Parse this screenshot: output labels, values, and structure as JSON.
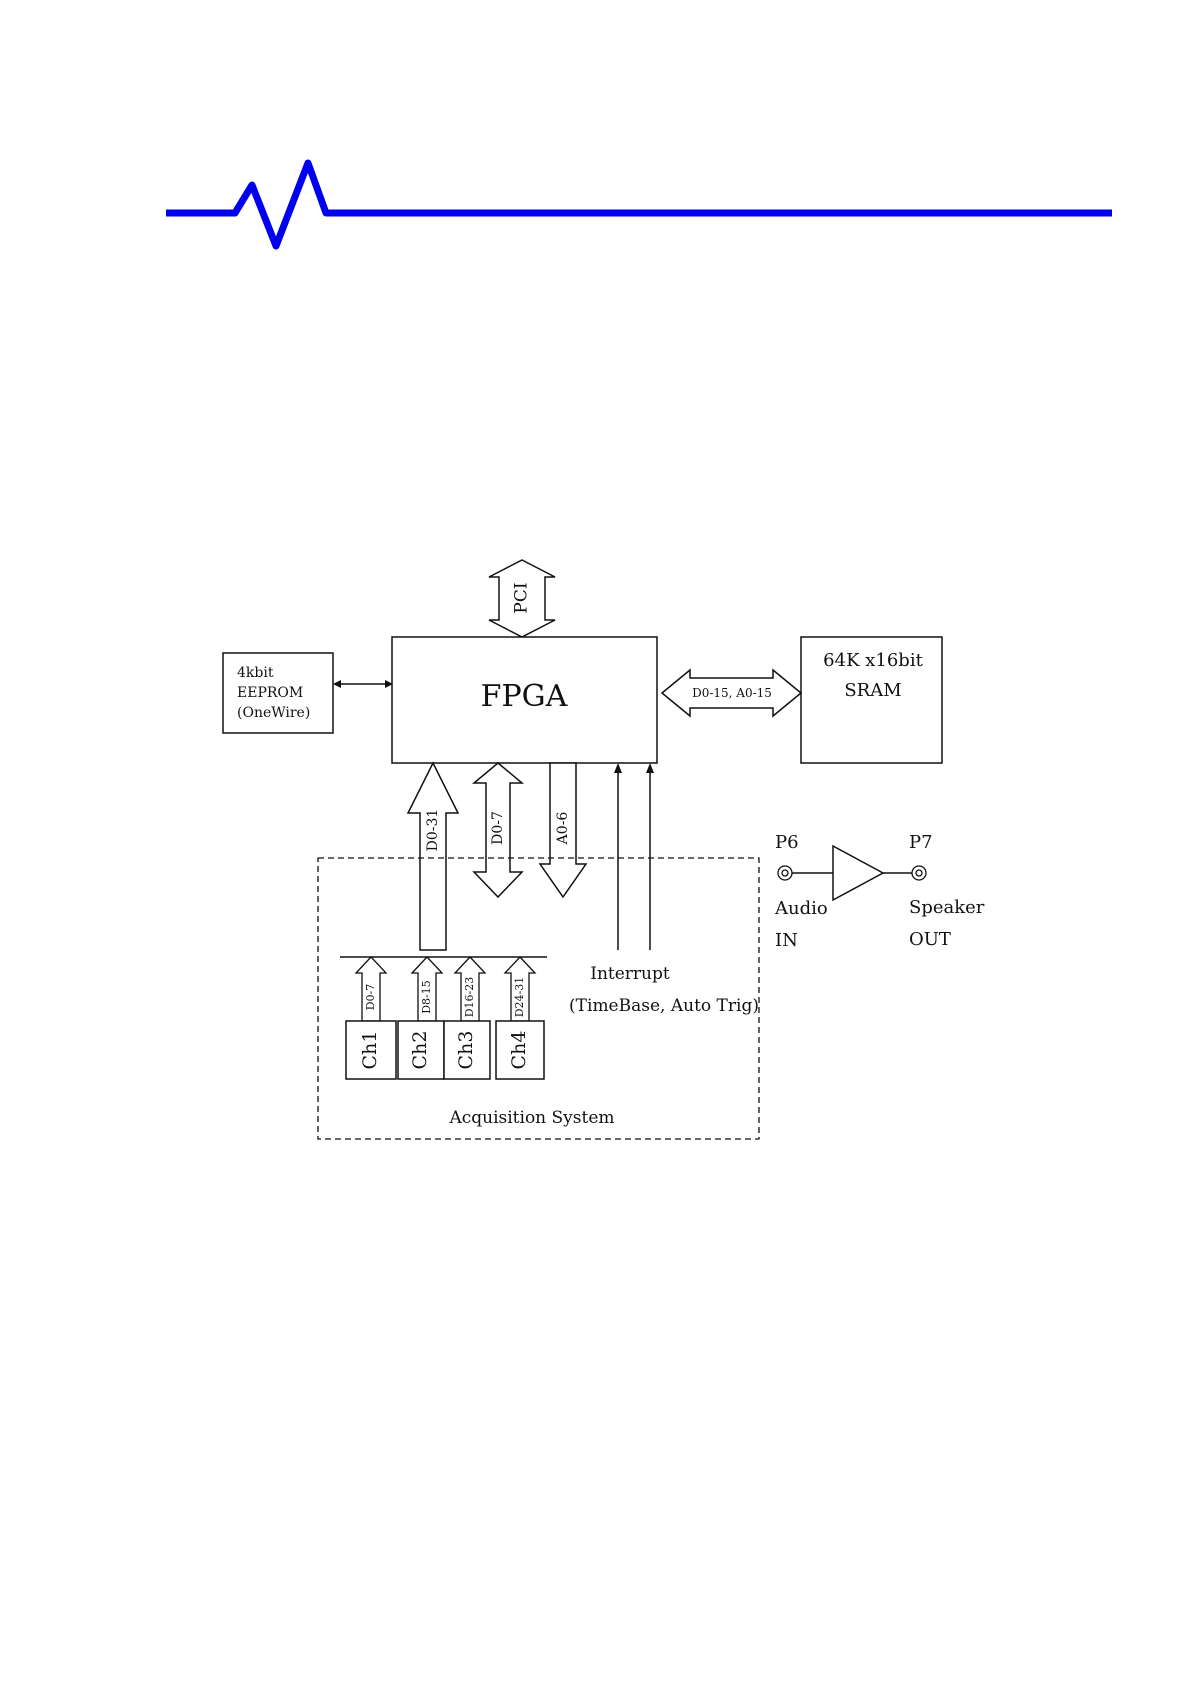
{
  "header": {
    "logo_color": "#0000ee",
    "logo_icon": "signal-pulse-icon"
  },
  "diagram": {
    "pci_label": "PCI",
    "fpga_label": "FPGA",
    "eeprom_lines": [
      "4kbit",
      "EEPROM",
      "(OneWire)"
    ],
    "sram_lines": [
      "64K x16bit",
      "SRAM"
    ],
    "sram_bus_label": "D0-15, A0-15",
    "bus_d031_label": "D0-31",
    "bus_d07_label": "D0-7",
    "bus_a06_label": "A0-6",
    "interrupt_label": "Interrupt",
    "interrupt_sub_label": "(TimeBase, Auto Trig)",
    "acquisition_label": "Acquisition System",
    "channels": [
      {
        "name": "Ch1",
        "bus": "D0-7"
      },
      {
        "name": "Ch2",
        "bus": "D8-15"
      },
      {
        "name": "Ch3",
        "bus": "D16-23"
      },
      {
        "name": "Ch4",
        "bus": "D24-31"
      }
    ],
    "audio": {
      "p6_label": "P6",
      "p7_label": "P7",
      "in_lines": [
        "Audio",
        "IN"
      ],
      "out_lines": [
        "Speaker",
        "OUT"
      ]
    }
  }
}
